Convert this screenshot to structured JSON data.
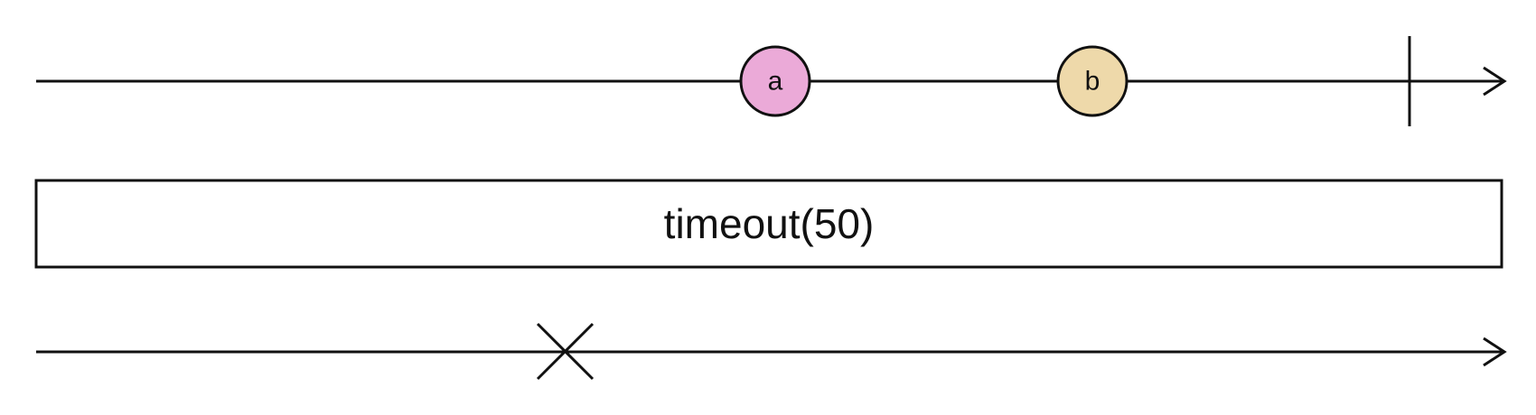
{
  "operator": {
    "label": "timeout(50)"
  },
  "source_stream": {
    "events": [
      {
        "label": "a",
        "fill": "#ebaad8"
      },
      {
        "label": "b",
        "fill": "#eed9aa"
      }
    ],
    "completes": true
  },
  "output_stream": {
    "events": [],
    "terminates_with": "error"
  },
  "colors": {
    "stroke": "#111111",
    "background": "#ffffff"
  }
}
